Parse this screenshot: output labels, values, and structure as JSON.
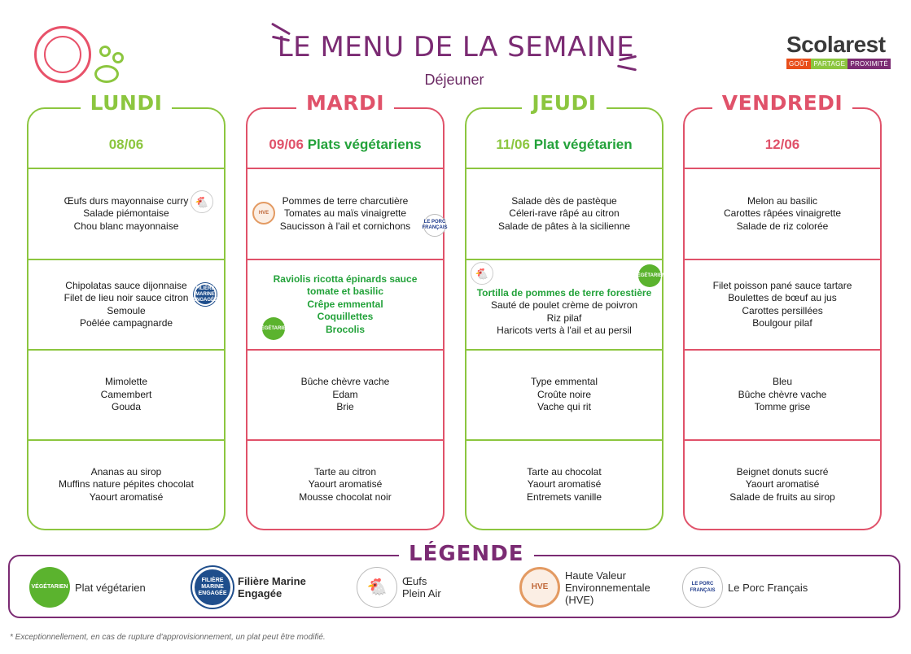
{
  "header": {
    "title": "LE MENU DE LA SEMAINE",
    "subtitle": "Déjeuner",
    "brand": "Scolarest",
    "taglines": [
      "GOÛT",
      "PARTAGE",
      "PROXIMITÉ"
    ]
  },
  "colors": {
    "green": "#8cc63f",
    "red": "#e0526a",
    "purple": "#7b2b73",
    "veg_green": "#23a23a"
  },
  "days": [
    {
      "name": "LUNDI",
      "date": "08/06",
      "note": "",
      "rows": [
        {
          "items": [
            "Œufs durs mayonnaise curry",
            "Salade piémontaise",
            "Chou blanc mayonnaise"
          ]
        },
        {
          "items": [
            "Chipolatas sauce dijonnaise",
            "Filet de lieu noir sauce citron",
            "Semoule",
            "Poêlée campagnarde"
          ]
        },
        {
          "items": [
            "Mimolette",
            "Camembert",
            "Gouda"
          ]
        },
        {
          "items": [
            "Ananas au sirop",
            "Muffins nature pépites chocolat",
            "Yaourt aromatisé"
          ]
        }
      ]
    },
    {
      "name": "MARDI",
      "date": "09/06",
      "note": "Plats végétariens",
      "rows": [
        {
          "items": [
            "Pommes de terre charcutière",
            "Tomates au maïs vinaigrette",
            "Saucisson à l'ail et cornichons"
          ]
        },
        {
          "items": [
            "Raviolis ricotta épinards sauce tomate et basilic",
            "Crêpe emmental",
            "Coquillettes",
            "Brocolis"
          ]
        },
        {
          "items": [
            "Bûche chèvre vache",
            "Edam",
            "Brie"
          ]
        },
        {
          "items": [
            "Tarte au citron",
            "Yaourt aromatisé",
            "Mousse chocolat noir"
          ]
        }
      ]
    },
    {
      "name": "JEUDI",
      "date": "11/06",
      "note": "Plat végétarien",
      "rows": [
        {
          "items": [
            "Salade dès de pastèque",
            "Céleri-rave râpé au citron",
            "Salade de pâtes à la sicilienne"
          ]
        },
        {
          "items": [
            "Tortilla de pommes de terre forestière",
            "Sauté de poulet crème de poivron",
            "Riz pilaf",
            "Haricots verts à l'ail et au persil"
          ]
        },
        {
          "items": [
            "Type emmental",
            "Croûte noire",
            "Vache qui rit"
          ]
        },
        {
          "items": [
            "Tarte au chocolat",
            "Yaourt aromatisé",
            "Entremets vanille"
          ]
        }
      ]
    },
    {
      "name": "VENDREDI",
      "date": "12/06",
      "note": "",
      "rows": [
        {
          "items": [
            "Melon au basilic",
            "Carottes râpées vinaigrette",
            "Salade de riz colorée"
          ]
        },
        {
          "items": [
            "Filet poisson pané sauce tartare",
            "Boulettes de bœuf au jus",
            "Carottes persillées",
            "Boulgour pilaf"
          ]
        },
        {
          "items": [
            "Bleu",
            "Bûche chèvre vache",
            "Tomme grise"
          ]
        },
        {
          "items": [
            "Beignet donuts sucré",
            "Yaourt aromatisé",
            "Salade de fruits au sirop"
          ]
        }
      ]
    }
  ],
  "badges": {
    "veg": "VÉGÉTARIEN",
    "fme": "FILIÈRE MARINE ENGAGÉE",
    "egg": "🐔",
    "hve": "HVE",
    "porc": "LE PORC FRANÇAIS"
  },
  "legend": {
    "title": "LÉGENDE",
    "items": [
      {
        "label": "Plat végétarien",
        "icon": "vegetarian-icon"
      },
      {
        "label": "Filière Marine Engagée",
        "icon": "marine-icon"
      },
      {
        "label": "Œufs Plein Air",
        "icon": "egg-icon"
      },
      {
        "label": "Haute Valeur Environnementale (HVE)",
        "icon": "hve-icon"
      },
      {
        "label": "Le Porc Français",
        "icon": "pork-icon"
      }
    ]
  },
  "footnote": "* Exceptionnellement, en cas de rupture d'approvisionnement, un plat peut être modifié."
}
